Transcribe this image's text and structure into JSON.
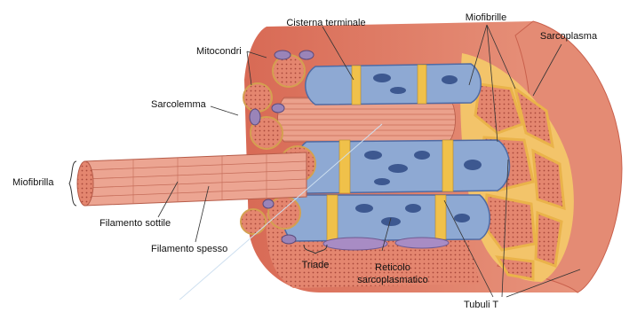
{
  "labels": {
    "cisterna_terminale": "Cisterna terminale",
    "miofibrille": "Miofibrille",
    "sarcoplasma": "Sarcoplasma",
    "mitocondri": "Mitocondri",
    "sarcolemma": "Sarcolemma",
    "miofibrilla": "Miofibrilla",
    "filamento_sottile": "Filamento sottile",
    "filamento_spesso": "Filamento spesso",
    "triade": "Triade",
    "reticolo_line1": "Reticolo",
    "reticolo_line2": "sarcoplasmatico",
    "tubuli_t": "Tubuli T"
  },
  "colors": {
    "muscle_outer": "#dc7c66",
    "muscle_inner": "#c9604c",
    "reticulum_blue": "#7f9cc9",
    "reticulum_dark": "#4f6aa3",
    "t_tubule_yellow": "#f0c14a",
    "fibril_pink": "#e79a87",
    "mito_purple": "#8a75a8",
    "sarcoplasm": "#f1b89e"
  }
}
